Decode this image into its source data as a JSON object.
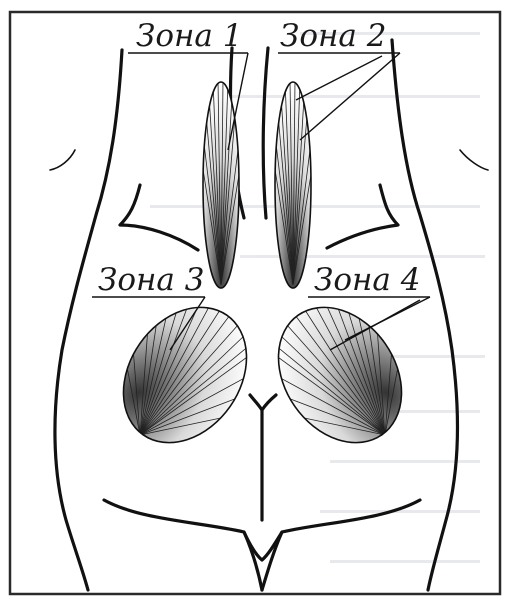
{
  "zones": [
    {
      "id": 1,
      "label": "Зона 1"
    },
    {
      "id": 2,
      "label": "Зона 2"
    },
    {
      "id": 3,
      "label": "Зона 3"
    },
    {
      "id": 4,
      "label": "Зона 4"
    }
  ],
  "colors": {
    "ink": "#111111",
    "frame": "#2a2a2a",
    "background_text": "#c9ccd4",
    "paper": "#ffffff"
  }
}
